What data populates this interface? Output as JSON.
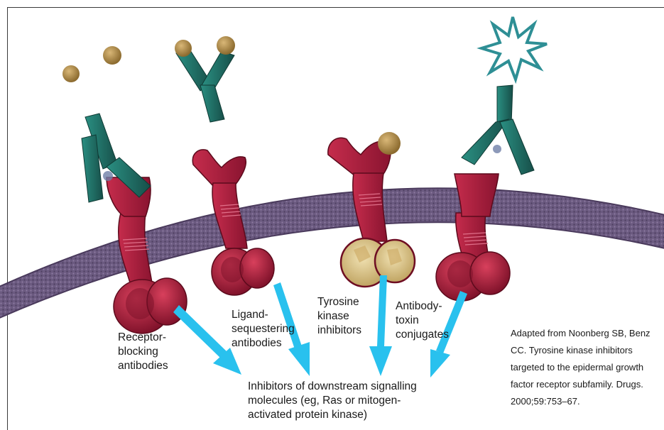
{
  "labels": {
    "receptor_blocking": [
      "Receptor-",
      "blocking",
      "antibodies"
    ],
    "ligand_sequestering": [
      "Ligand-",
      "sequestering",
      "antibodies"
    ],
    "tyrosine_kinase": [
      "Tyrosine",
      "kinase",
      "inhibitors"
    ],
    "antibody_toxin": [
      "Antibody-",
      "toxin",
      "conjugates"
    ],
    "downstream": [
      "Inhibitors of downstream signalling",
      "molecules (eg, Ras or mitogen-",
      "activated protein kinase)"
    ]
  },
  "citation": [
    "Adapted from Noonberg SB, Benz",
    "CC. Tyrosine kinase inhibitors",
    "targeted to the epidermal growth",
    "factor receptor subfamily. Drugs.",
    "2000;59:753–67."
  ],
  "colors": {
    "receptor": "#b3203e",
    "receptor_dark": "#6e0d22",
    "antibody": "#1f6e64",
    "ligand": "#a8823a",
    "membrane": "#6a5a7e",
    "arrow": "#29c1ee",
    "toxin_star": "#2e8f95"
  }
}
